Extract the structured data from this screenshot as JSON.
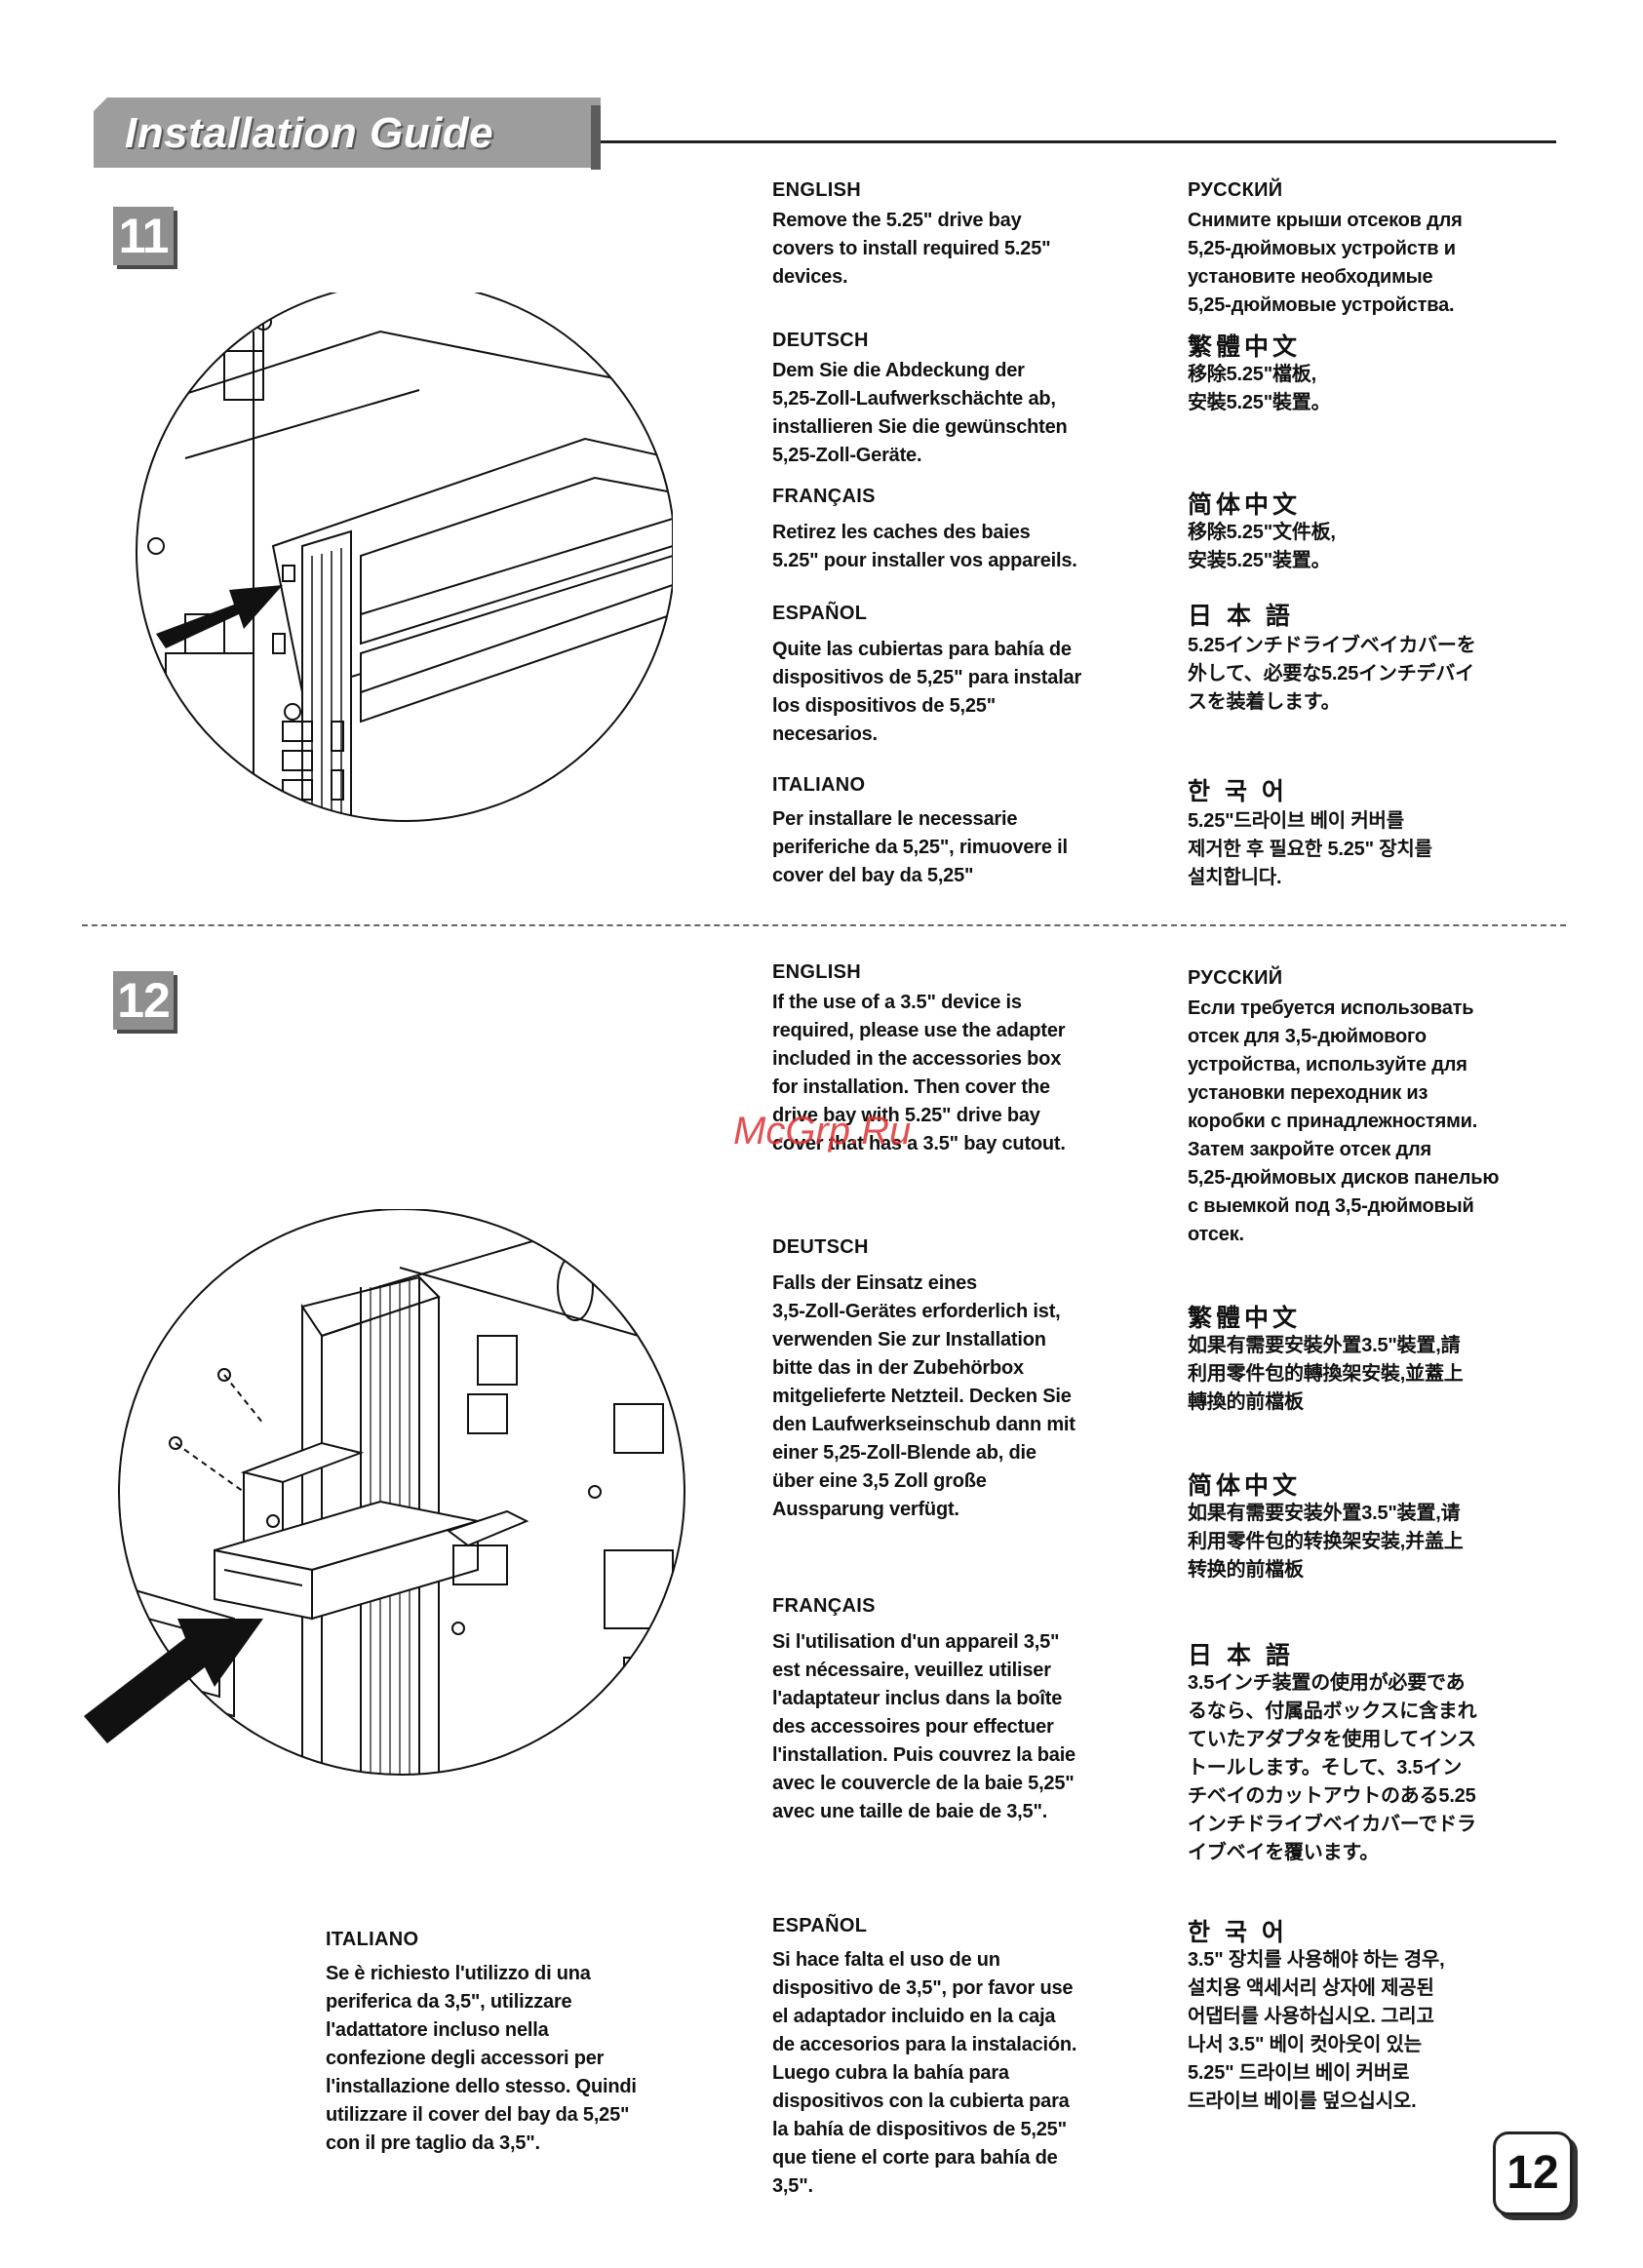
{
  "header": {
    "title": "Installation Guide"
  },
  "watermark": "McGrp.Ru",
  "page_number": "12",
  "steps": [
    {
      "number": "11",
      "blocks": [
        {
          "lang": "ENGLISH",
          "text": "Remove the 5.25\" drive bay\ncovers to install required 5.25\"\ndevices."
        },
        {
          "lang": "DEUTSCH",
          "text": "Dem Sie die Abdeckung der\n5,25-Zoll-Laufwerkschächte ab,\ninstallieren Sie die gewünschten\n5,25-Zoll-Geräte."
        },
        {
          "lang": "FRANÇAIS",
          "text": "Retirez les caches des baies\n5.25\" pour installer vos appareils."
        },
        {
          "lang": "ESPAÑOL",
          "text": "Quite las cubiertas para bahía de\ndispositivos de 5,25\" para instalar\nlos dispositivos de 5,25\"\nnecesarios."
        },
        {
          "lang": "ITALIANO",
          "text": "Per installare le necessarie\nperiferiche da 5,25\", rimuovere il\ncover del bay da 5,25\""
        },
        {
          "lang": "РУССКИЙ",
          "text": "Снимите крыши отсеков для\n5,25-дюймовых устройств и\nустановите необходимые\n5,25-дюймовые устройства."
        },
        {
          "lang": "繁體中文",
          "text": "移除5.25\"檔板,\n安裝5.25\"裝置。"
        },
        {
          "lang": "简体中文",
          "text": "移除5.25\"文件板,\n安装5.25\"装置。"
        },
        {
          "lang": "日 本 語",
          "text": "5.25インチドライブベイカバーを\n外して、必要な5.25インチデバイ\nスを装着します。"
        },
        {
          "lang": "한 국 어",
          "text": "5.25\"드라이브 베이 커버를\n제거한 후 필요한 5.25\" 장치를\n설치합니다."
        }
      ]
    },
    {
      "number": "12",
      "blocks": [
        {
          "lang": "ENGLISH",
          "text": "If the use of a 3.5\" device is\nrequired, please use the adapter\nincluded in the accessories box\nfor installation.  Then cover the\ndrive bay with 5.25\" drive bay\ncover that has a 3.5\" bay cutout."
        },
        {
          "lang": "DEUTSCH",
          "text": "Falls der Einsatz eines\n3,5-Zoll-Gerätes erforderlich ist,\nverwenden Sie zur Installation\nbitte das in der Zubehörbox\nmitgelieferte Netzteil. Decken Sie\nden Laufwerkseinschub dann mit\neiner 5,25-Zoll-Blende ab, die\nüber eine 3,5 Zoll große\nAussparung verfügt."
        },
        {
          "lang": "FRANÇAIS",
          "text": "Si l'utilisation d'un appareil 3,5\"\nest nécessaire, veuillez utiliser\nl'adaptateur inclus dans la boîte\ndes accessoires pour effectuer\nl'installation. Puis couvrez la baie\navec le couvercle de la baie 5,25\"\navec une taille de baie de 3,5\"."
        },
        {
          "lang": "ESPAÑOL",
          "text": "Si hace falta el uso de un\ndispositivo de 3,5\", por favor use\nel adaptador incluido en la caja\nde accesorios para la instalación.\nLuego cubra la bahía para\ndispositivos con la cubierta para\nla bahía de dispositivos de 5,25\"\nque tiene el corte para bahía de\n3,5\"."
        },
        {
          "lang": "ITALIANO",
          "text": "Se è richiesto l'utilizzo di una\nperiferica da 3,5\", utilizzare\nl'adattatore incluso nella\nconfezione degli accessori per\nl'installazione dello stesso. Quindi\nutilizzare il cover del bay da 5,25\"\ncon il pre taglio da 3,5\"."
        },
        {
          "lang": "РУССКИЙ",
          "text": "Если требуется использовать\nотсек для 3,5-дюймового\nустройства, используйте для\nустановки переходник из\nкоробки с принадлежностями.\nЗатем закройте отсек для\n5,25-дюймовых дисков панелью\nс выемкой под 3,5-дюймовый\nотсек."
        },
        {
          "lang": "繁體中文",
          "text": "如果有需要安裝外置3.5\"裝置,請\n利用零件包的轉換架安裝,並蓋上\n轉換的前檔板"
        },
        {
          "lang": "简体中文",
          "text": "如果有需要安装外置3.5\"装置,请\n利用零件包的转换架安装,并盖上\n转换的前檔板"
        },
        {
          "lang": "日 本 語",
          "text": "3.5インチ装置の使用が必要であ\nるなら、付属品ボックスに含まれ\nていたアダプタを使用してインス\nトールします。そして、3.5イン\nチベイのカットアウトのある5.25\nインチドライブベイカバーでドラ\nイブベイを覆います。"
        },
        {
          "lang": "한 국 어",
          "text": "3.5\" 장치를 사용해야 하는 경우,\n설치용 액세서리 상자에 제공된\n어댑터를 사용하십시오. 그리고\n나서 3.5\" 베이 컷아웃이 있는\n5.25\" 드라이브 베이 커버로\n드라이브 베이를 덮으십시오."
        }
      ]
    }
  ]
}
